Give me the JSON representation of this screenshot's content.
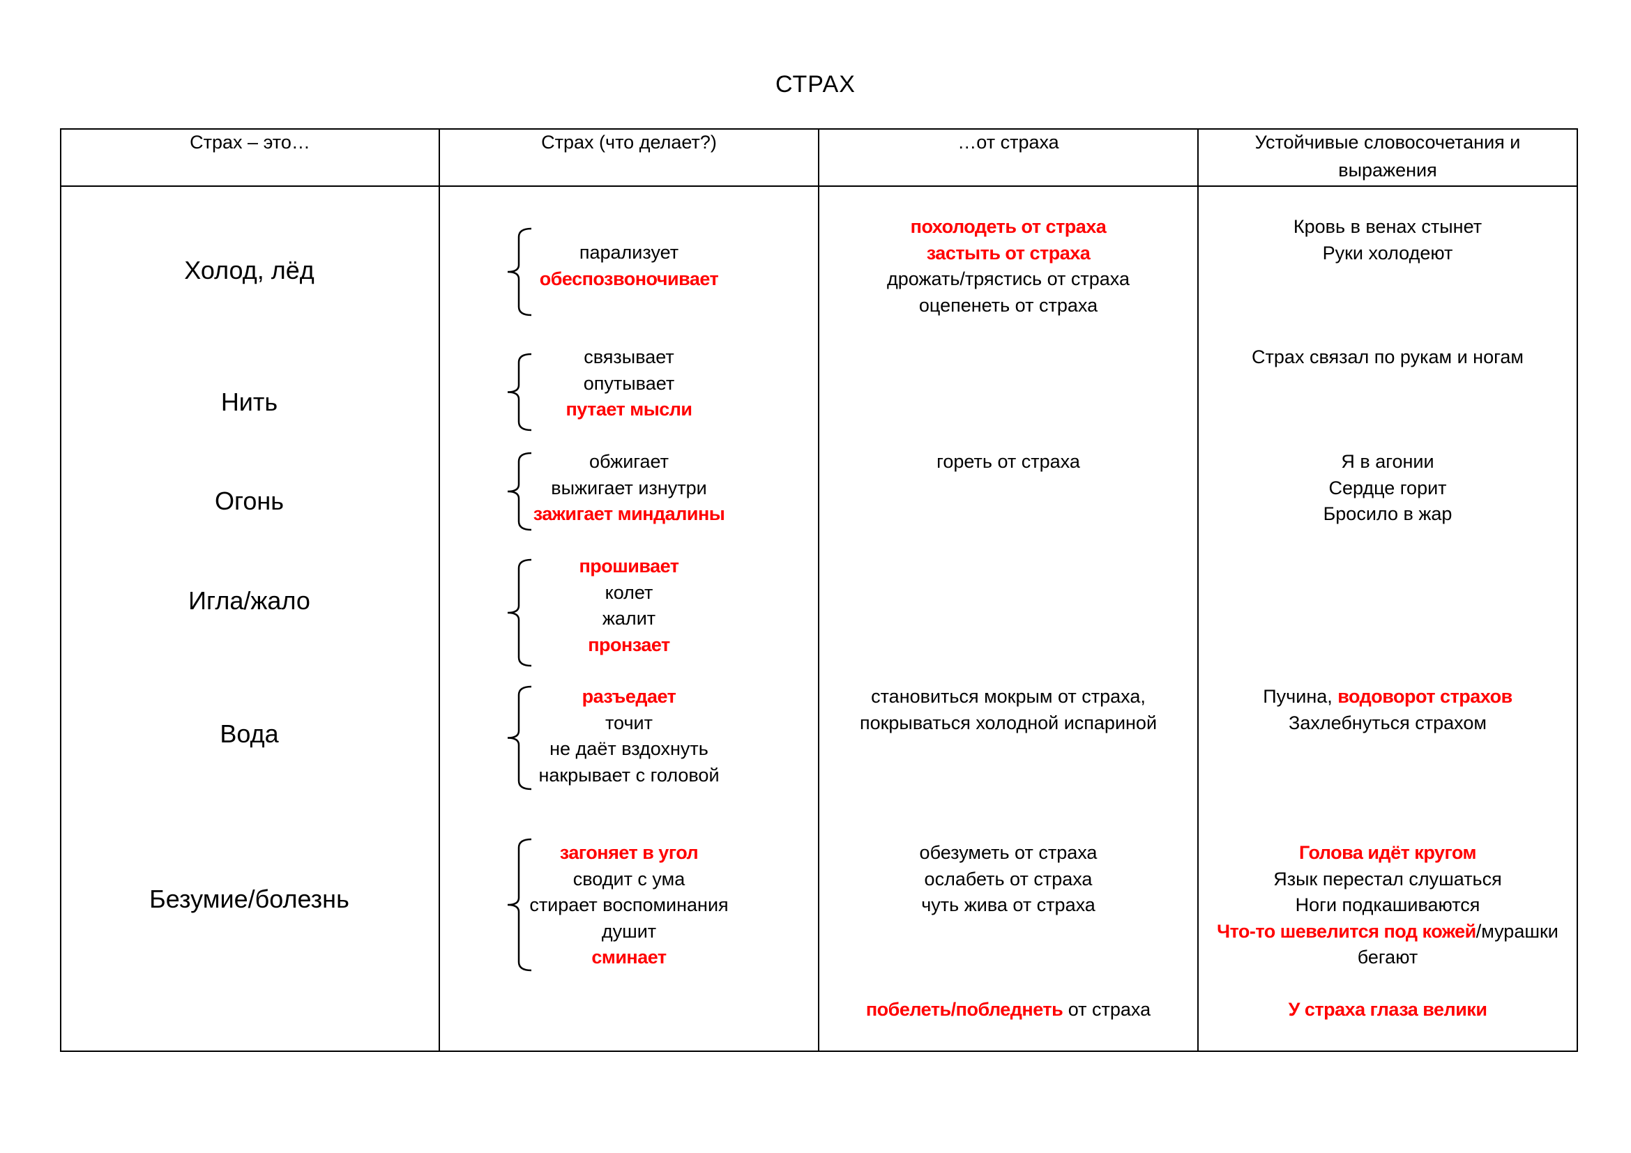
{
  "title": "СТРАХ",
  "headers": [
    "Страх – это…",
    "Страх (что делает?)",
    "…от страха",
    "Устойчивые словосочетания и выражения"
  ],
  "rows": [
    {
      "category": "Холод, лёд",
      "actions": [
        {
          "text": "парализует",
          "highlight": false
        },
        {
          "text": "обеспозвоночивает",
          "highlight": true
        }
      ],
      "from_fear": [
        [
          {
            "text": "похолодеть от страха",
            "highlight": true
          }
        ],
        [
          {
            "text": "застыть от страха",
            "highlight": true
          }
        ],
        [
          {
            "text": "дрожать/трястись от страха",
            "highlight": false
          }
        ],
        [
          {
            "text": "оцепенеть от страха",
            "highlight": false
          }
        ]
      ],
      "expressions": [
        [
          {
            "text": "Кровь в венах стынет",
            "highlight": false
          }
        ],
        [
          {
            "text": "Руки холодеют",
            "highlight": false
          }
        ]
      ]
    },
    {
      "category": "Нить",
      "actions": [
        {
          "text": "связывает",
          "highlight": false
        },
        {
          "text": "опутывает",
          "highlight": false
        },
        {
          "text": "путает мысли",
          "highlight": true
        }
      ],
      "from_fear": [],
      "expressions": [
        [
          {
            "text": "Страх связал по рукам и ногам",
            "highlight": false
          }
        ]
      ]
    },
    {
      "category": "Огонь",
      "actions": [
        {
          "text": "обжигает",
          "highlight": false
        },
        {
          "text": "выжигает изнутри",
          "highlight": false
        },
        {
          "text": "зажигает миндалины",
          "highlight": true
        }
      ],
      "from_fear": [
        [
          {
            "text": "гореть от страха",
            "highlight": false
          }
        ]
      ],
      "expressions": [
        [
          {
            "text": "Я в агонии",
            "highlight": false
          }
        ],
        [
          {
            "text": "Сердце горит",
            "highlight": false
          }
        ],
        [
          {
            "text": "Бросило в жар",
            "highlight": false
          }
        ]
      ]
    },
    {
      "category": "Игла/жало",
      "actions": [
        {
          "text": "прошивает",
          "highlight": true
        },
        {
          "text": "колет",
          "highlight": false
        },
        {
          "text": "жалит",
          "highlight": false
        },
        {
          "text": "пронзает",
          "highlight": true
        }
      ],
      "from_fear": [],
      "expressions": []
    },
    {
      "category": "Вода",
      "actions": [
        {
          "text": "разъедает",
          "highlight": true
        },
        {
          "text": "точит",
          "highlight": false
        },
        {
          "text": "не даёт вздохнуть",
          "highlight": false
        },
        {
          "text": "накрывает с головой",
          "highlight": false
        }
      ],
      "from_fear": [
        [
          {
            "text": "становиться мокрым от страха,",
            "highlight": false
          }
        ],
        [
          {
            "text": "покрываться холодной испариной",
            "highlight": false
          }
        ]
      ],
      "expressions": [
        [
          {
            "text": "Пучина, ",
            "highlight": false
          },
          {
            "text": "водоворот страхов",
            "highlight": true
          }
        ],
        [
          {
            "text": "Захлебнуться страхом",
            "highlight": false
          }
        ]
      ]
    },
    {
      "category": "Безумие/болезнь",
      "actions": [
        {
          "text": "загоняет в угол",
          "highlight": true
        },
        {
          "text": "сводит с ума",
          "highlight": false
        },
        {
          "text": "стирает воспоминания",
          "highlight": false
        },
        {
          "text": "душит",
          "highlight": false
        },
        {
          "text": "сминает",
          "highlight": true
        }
      ],
      "from_fear": [
        [
          {
            "text": "обезуметь от страха",
            "highlight": false
          }
        ],
        [
          {
            "text": "ослабеть от страха",
            "highlight": false
          }
        ],
        [
          {
            "text": "чуть жива от страха",
            "highlight": false
          }
        ]
      ],
      "expressions": [
        [
          {
            "text": "Голова идёт кругом",
            "highlight": true
          }
        ],
        [
          {
            "text": "Язык перестал слушаться",
            "highlight": false
          }
        ],
        [
          {
            "text": "Ноги подкашиваются",
            "highlight": false
          }
        ],
        [
          {
            "text": "Что-то шевелится под кожей",
            "highlight": true
          },
          {
            "text": "/мурашки",
            "highlight": false
          }
        ],
        [
          {
            "text": "бегают",
            "highlight": false
          }
        ]
      ]
    }
  ],
  "footer": {
    "from_fear": [
      {
        "text": "побелеть/побледнеть",
        "highlight": true
      },
      {
        "text": " от страха",
        "highlight": false
      }
    ],
    "expression": [
      {
        "text": "У страха глаза велики",
        "highlight": true
      }
    ]
  }
}
